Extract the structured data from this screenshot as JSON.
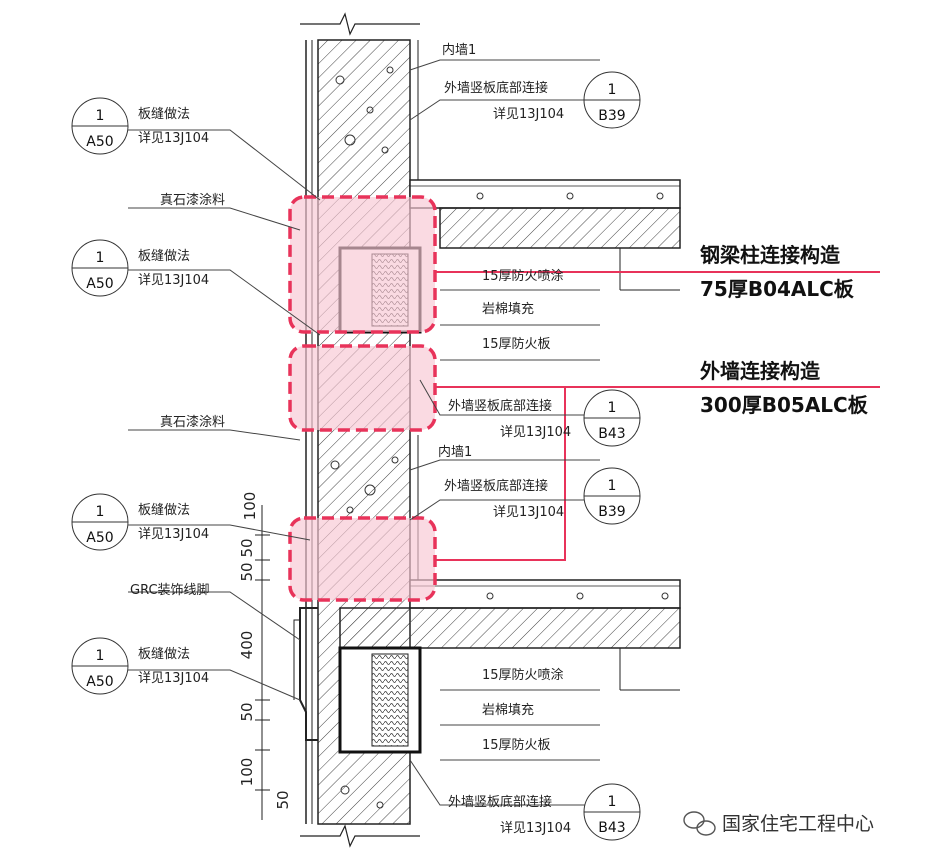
{
  "refs": {
    "r1": {
      "top": "1",
      "bottom": "A50",
      "title": "板缝做法",
      "sub": "详见13J104"
    },
    "r2": {
      "top": "1",
      "bottom": "B39",
      "title": "外墙竖板底部连接",
      "sub": "详见13J104"
    },
    "r3": {
      "top": "1",
      "bottom": "A50",
      "title": "板缝做法",
      "sub": "详见13J104"
    },
    "r4": {
      "top": "1",
      "bottom": "B43",
      "title": "外墙竖板底部连接",
      "sub": "详见13J104"
    },
    "r5": {
      "top": "1",
      "bottom": "B39",
      "title": "外墙竖板底部连接",
      "sub": "详见13J104"
    },
    "r6": {
      "top": "1",
      "bottom": "A50",
      "title": "板缝做法",
      "sub": "详见13J104"
    },
    "r7": {
      "top": "1",
      "bottom": "A50",
      "title": "板缝做法",
      "sub": "详见13J104"
    },
    "r8": {
      "top": "1",
      "bottom": "B43",
      "title": "外墙竖板底部连接",
      "sub": "详见13J104"
    }
  },
  "labels": {
    "inner_wall_1": "内墙1",
    "inner_wall_2": "内墙1",
    "stone_paint_1": "真石漆涂料",
    "stone_paint_2": "真石漆涂料",
    "fireproof_spray_1": "15厚防火喷涂",
    "rockwool_1": "岩棉填充",
    "fireproof_board_1": "15厚防火板",
    "fireproof_spray_2": "15厚防火喷涂",
    "rockwool_2": "岩棉填充",
    "fireproof_board_2": "15厚防火板",
    "grc_skirting": "GRC装饰线脚"
  },
  "callouts": {
    "steel_title": "钢梁柱连接构造",
    "steel_sub": "75厚B04ALC板",
    "wall_title": "外墙连接构造",
    "wall_sub": "300厚B05ALC板"
  },
  "dims": [
    "100",
    "50",
    "50",
    "400",
    "50",
    "100",
    "50"
  ],
  "watermark": "国家住宅工程中心",
  "colors": {
    "highlight": "#e8335a",
    "fill": "#f7c6d2",
    "line": "#1a1a1a"
  }
}
